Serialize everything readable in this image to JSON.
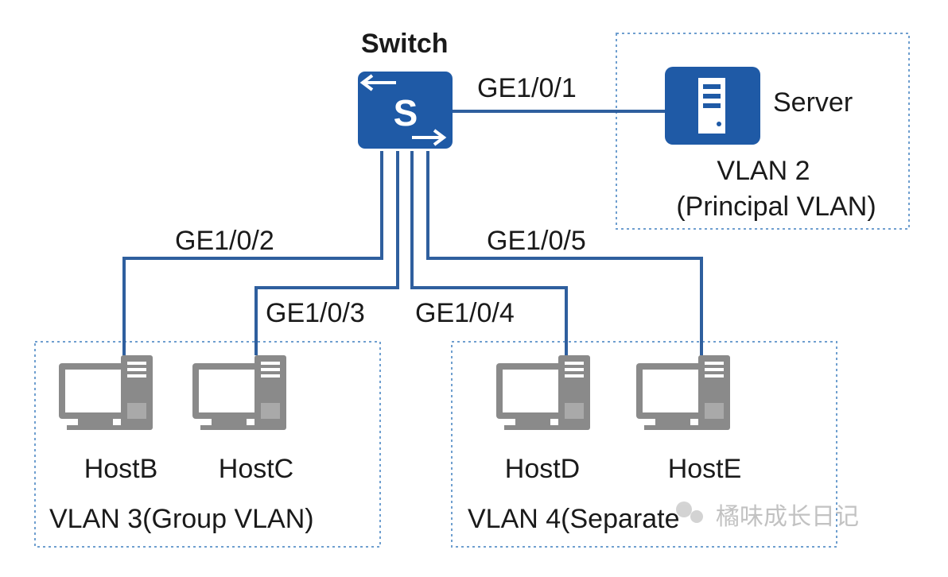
{
  "colors": {
    "link": "#2f5f9e",
    "device": "#1f5aa6",
    "box_border": "#6f9fcf",
    "host": "#8a8a8a"
  },
  "switch": {
    "title": "Switch",
    "glyph": "S",
    "icon": "switch-icon"
  },
  "server": {
    "label": "Server",
    "icon": "server-icon"
  },
  "ports": {
    "p1": "GE1/0/1",
    "p2": "GE1/0/2",
    "p3": "GE1/0/3",
    "p4": "GE1/0/4",
    "p5": "GE1/0/5"
  },
  "vlans": {
    "principal_line1": "VLAN 2",
    "principal_line2": "(Principal VLAN)",
    "group": "VLAN 3(Group VLAN)",
    "separate": "VLAN 4(Separate"
  },
  "hosts": {
    "b": "HostB",
    "c": "HostC",
    "d": "HostD",
    "e": "HostE"
  },
  "watermark": "橘味成长日记"
}
